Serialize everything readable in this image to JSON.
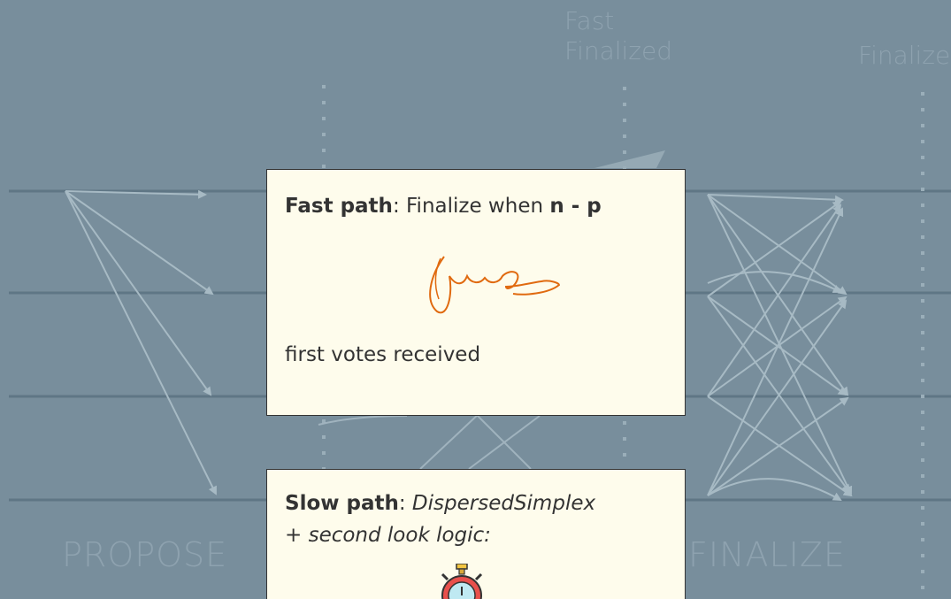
{
  "headers": {
    "fast_finalized": "Fast Finalized",
    "finalized": "Finalized"
  },
  "phases": {
    "propose": "PROPOSE",
    "finalize": "FINALIZE"
  },
  "fast_card": {
    "bold_label": "Fast path",
    "colon_text": ": Finalize when ",
    "expr": "n - p",
    "line2": "first votes received",
    "signature_icon": "handwritten-signature-icon"
  },
  "slow_card": {
    "bold_label": "Slow path",
    "colon": ": ",
    "italic_line1": "DispersedSimplex",
    "italic_line2": "+ second look logic:",
    "timer_icon": "stopwatch-icon"
  },
  "colors": {
    "background": "#788e9c",
    "lane_line": "#5f7685",
    "arrow": "#a7bac4",
    "card_bg": "#fefcec",
    "signature": "#e06a10",
    "timer_red": "#e8504c"
  }
}
